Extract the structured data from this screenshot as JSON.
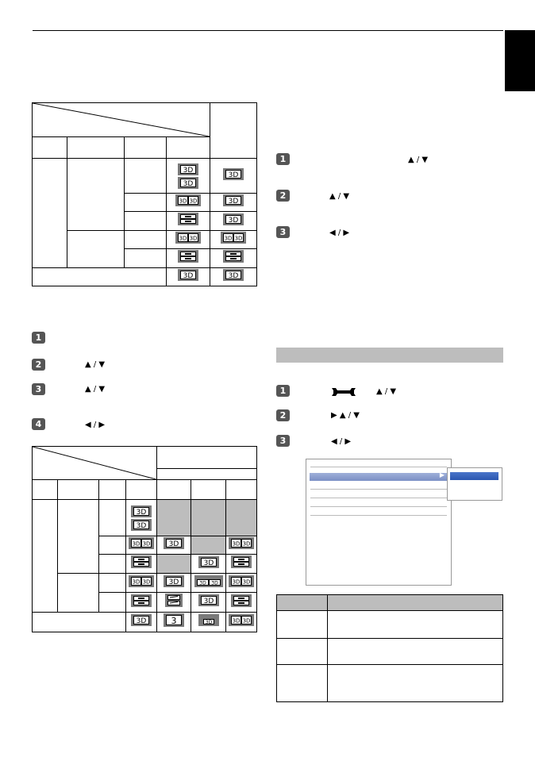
{
  "page": {
    "language_tab": "",
    "icons": [
      "3d-icon",
      "side-by-side-icon",
      "top-bottom-icon",
      "wrench-icon",
      "arrow-up-icon",
      "arrow-down-icon",
      "arrow-left-icon",
      "arrow-right-icon"
    ]
  },
  "left_steps": [
    {
      "number": "1"
    },
    {
      "number": "2",
      "arrows": "▲ / ▼"
    },
    {
      "number": "3",
      "arrows": "▲ / ▼"
    },
    {
      "number": "4",
      "arrows": "◀ / ▶"
    }
  ],
  "right_steps_a": [
    {
      "number": "1",
      "arrows": "▲ / ▼"
    },
    {
      "number": "2",
      "arrows": "▲ / ▼"
    },
    {
      "number": "3",
      "arrows": "◀ / ▶"
    }
  ],
  "right_steps_b": [
    {
      "number": "1",
      "arrows": "▲ / ▼"
    },
    {
      "number": "2",
      "arrows": "▶    ▲ / ▼"
    },
    {
      "number": "3",
      "arrows": "◀ / ▶"
    }
  ],
  "colors": {
    "step_badge": "#555555",
    "icon_fill": "#7a7a7a",
    "cell_gray": "#bdbdbd",
    "menu_highlight": "#7b8fc5",
    "submenu_highlight": "#2b56b0"
  }
}
